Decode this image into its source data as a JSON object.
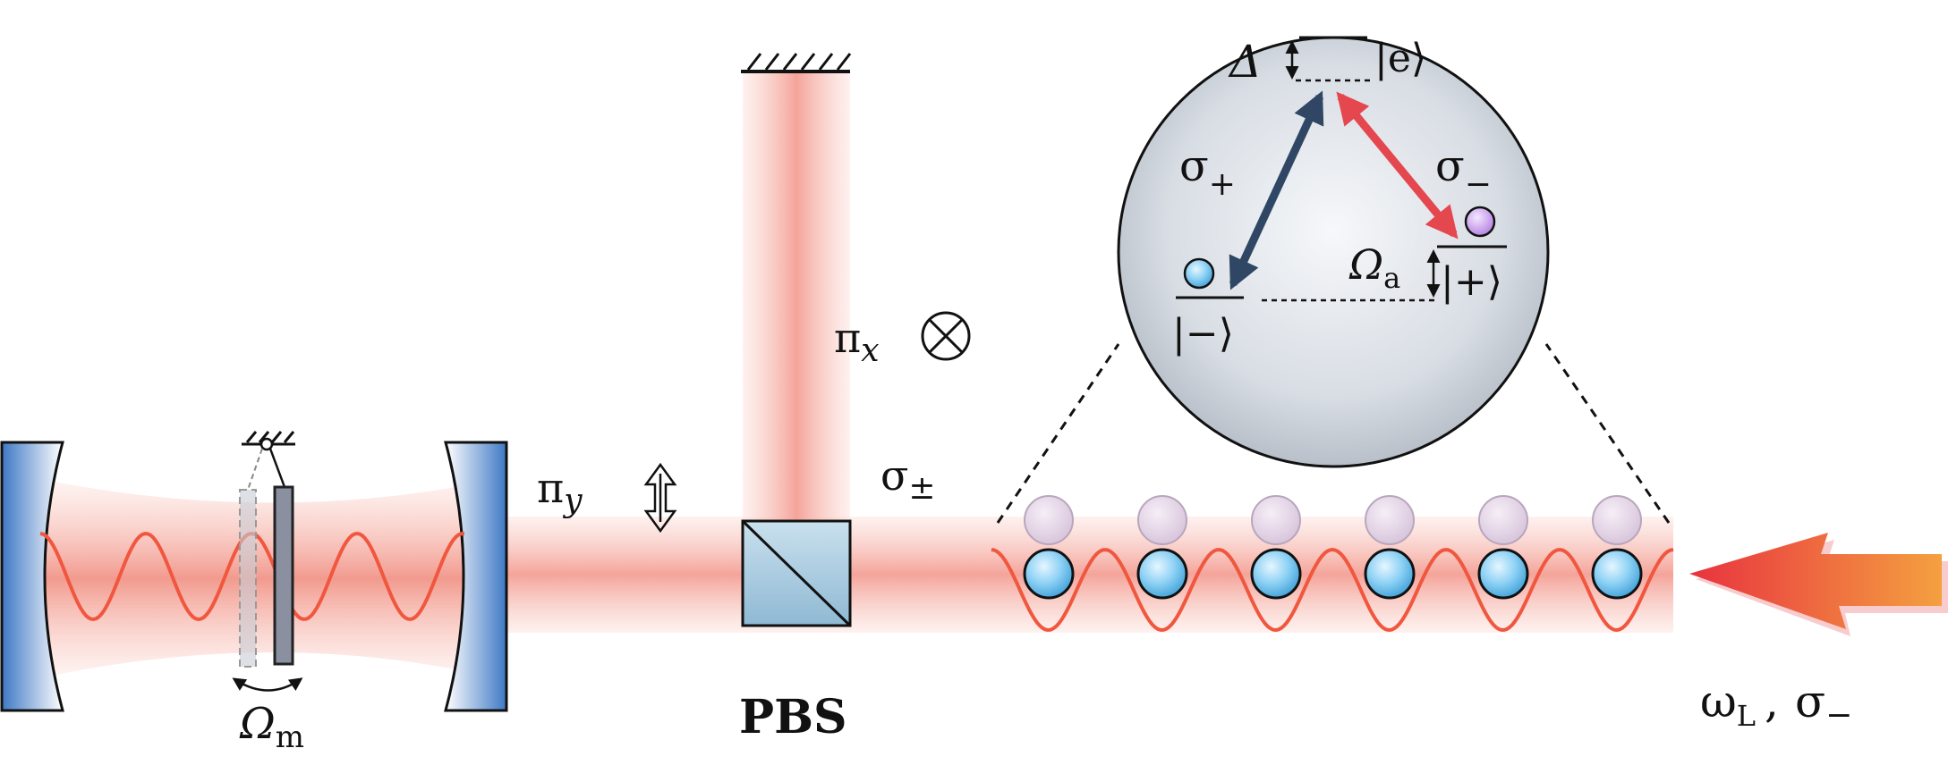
{
  "labels": {
    "pi_y": "π",
    "pi_y_sub": "y",
    "pi_x": "π",
    "pi_x_sub": "x",
    "sigma_pm": "σ",
    "sigma_pm_sub": "±",
    "omega_m": "Ω",
    "omega_m_sub": "m",
    "pbs": "PBS",
    "omega_L": "ω",
    "omega_L_sub": "L",
    "omega_L_sep": ",",
    "sigma_minus_laser": "σ",
    "sigma_minus_laser_sub": "−",
    "delta": "Δ",
    "ket_e": "|e⟩",
    "sigma_plus": "σ",
    "sigma_plus_sub": "+",
    "sigma_minus": "σ",
    "sigma_minus_sub": "−",
    "omega_a": "Ω",
    "omega_a_sub": "a",
    "ket_plus": "|+⟩",
    "ket_minus": "|−⟩"
  },
  "colors": {
    "beam": "#f4a49a",
    "wave": "#f0573e",
    "mirror_blue": "#3d78c4",
    "pbs_fill": "#a9cbe0",
    "membrane": "#8a90a0",
    "atom_blue": "#7cc8f0",
    "atom_faded": "#d9c6dd",
    "atom_purple": "#c79be8",
    "sphere": "#cfd5dd",
    "arrow_dark": "#2f4664",
    "arrow_red": "#e5474f",
    "laser_red": "#e8323f",
    "laser_orange": "#f4a040"
  }
}
